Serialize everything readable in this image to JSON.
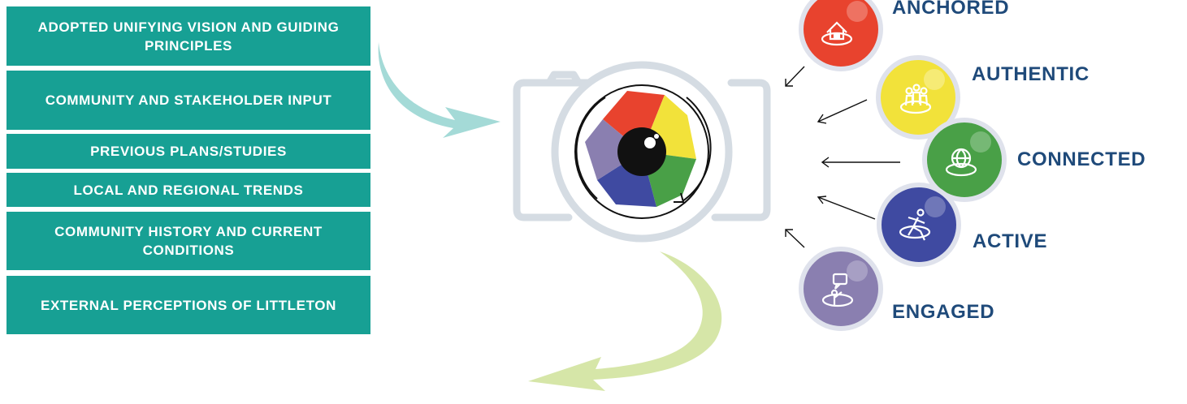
{
  "inputs": [
    "ADOPTED UNIFYING VISION AND GUIDING PRINCIPLES",
    "COMMUNITY AND STAKEHOLDER INPUT",
    "PREVIOUS PLANS/STUDIES",
    "LOCAL AND REGIONAL TRENDS",
    "COMMUNITY HISTORY AND CURRENT CONDITIONS",
    "EXTERNAL PERCEPTIONS OF LITTLETON"
  ],
  "values": [
    {
      "label": "ANCHORED",
      "color": "#e8432e",
      "icon": "house-icon"
    },
    {
      "label": "AUTHENTIC",
      "color": "#f2e23a",
      "icon": "people-group-icon"
    },
    {
      "label": "CONNECTED",
      "color": "#49a047",
      "icon": "globe-network-icon"
    },
    {
      "label": "ACTIVE",
      "color": "#3f4aa1",
      "icon": "runner-icon"
    },
    {
      "label": "ENGAGED",
      "color": "#8a7fb0",
      "icon": "speech-person-icon"
    }
  ],
  "colors": {
    "input_box": "#17a094",
    "label_text": "#1f4a7a",
    "teal_arrow": "#a4dad7",
    "green_arrow": "#d6e6a8",
    "camera_outline": "#d5dce3"
  }
}
